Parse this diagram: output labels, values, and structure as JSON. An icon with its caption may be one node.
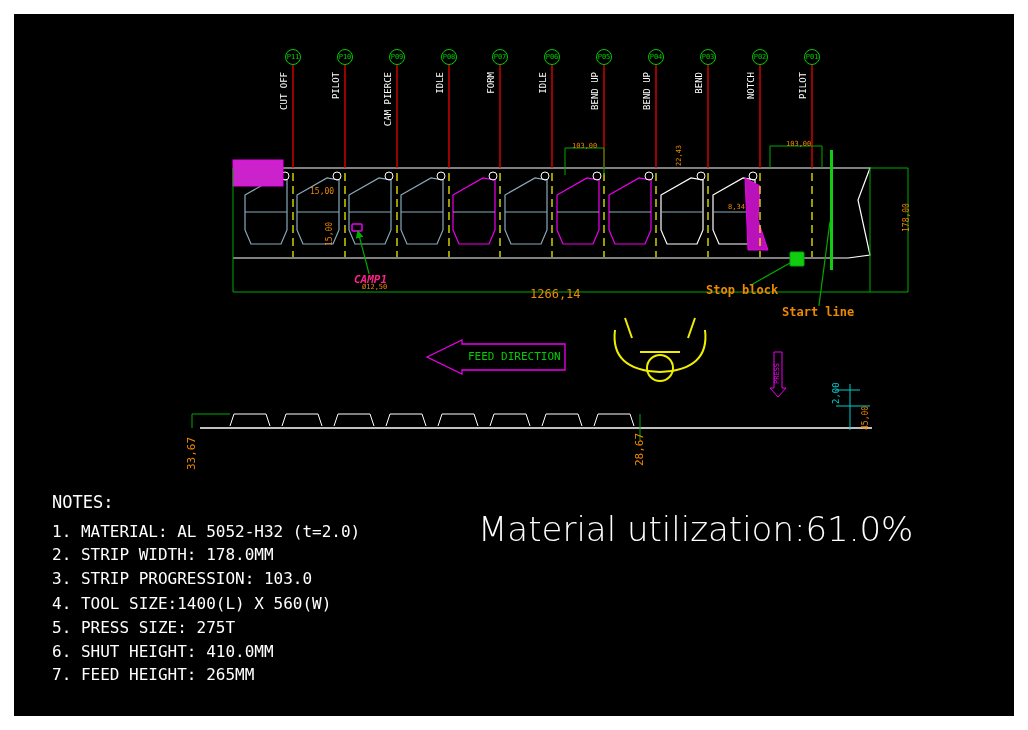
{
  "diagram": {
    "nodes": [
      {
        "text": [
          "P11"
        ],
        "beside": [
          "CUT OFF"
        ]
      },
      {
        "text": [
          "P10"
        ],
        "beside": [
          "PILOT"
        ]
      },
      {
        "text": [
          "P09"
        ],
        "beside": [
          "CAM PIERCE"
        ]
      },
      {
        "text": [
          "P08"
        ],
        "beside": [
          "IDLE"
        ]
      },
      {
        "text": [
          "P07"
        ],
        "beside": [
          "FORM"
        ]
      },
      {
        "text": [
          "P06"
        ],
        "beside": [
          "IDLE"
        ]
      },
      {
        "text": [
          "P05"
        ],
        "beside": [
          "BEND UP"
        ]
      },
      {
        "text": [
          "P04"
        ],
        "beside": [
          "BEND UP"
        ]
      },
      {
        "text": [
          "P03"
        ],
        "beside": [
          "BEND"
        ]
      },
      {
        "text": [
          "P02"
        ],
        "beside": [
          "NOTCH"
        ]
      },
      {
        "text": [
          "P01"
        ],
        "beside": [
          "PILOT"
        ]
      },
      {
        "text": [
          "Stop block"
        ]
      },
      {
        "text": [],
        "shape": "box"
      },
      {
        "text": [
          "Start line"
        ]
      },
      {
        "text": [],
        "shape": "bar"
      },
      {
        "text": [
          "CAMP1"
        ]
      },
      {
        "text": [],
        "shape": "box"
      }
    ],
    "edges": [
      {
        "from": 11,
        "to": 12,
        "arrow": "none",
        "color": "#00aa00"
      },
      {
        "from": 13,
        "to": 14,
        "arrow": "none",
        "color": "#00aa00"
      },
      {
        "from": 15,
        "to": 16,
        "arrow": "to",
        "color": "#00aa00"
      }
    ],
    "labels": [
      "15,00",
      "15,00",
      "Ø12,50",
      "103,00",
      "22,43",
      "103,00",
      "8,34",
      "178,00",
      "1266,14",
      "FEED DIRECTION",
      "PRESS",
      "2,00",
      "45,00",
      "33,67",
      "28,67",
      "NOTES:",
      "1. MATERIAL: AL 5052-H32 (t=2.0)",
      "2. STRIP WIDTH: 178.0MM",
      "3. STRIP PROGRESSION: 103.0",
      "4. TOOL SIZE:1400(L) X 560(W)",
      "5. PRESS SIZE: 275T",
      "6. SHUT HEIGHT: 410.0MM",
      "7. FEED HEIGHT: 265MM",
      "Material utilization:61.0%"
    ]
  }
}
